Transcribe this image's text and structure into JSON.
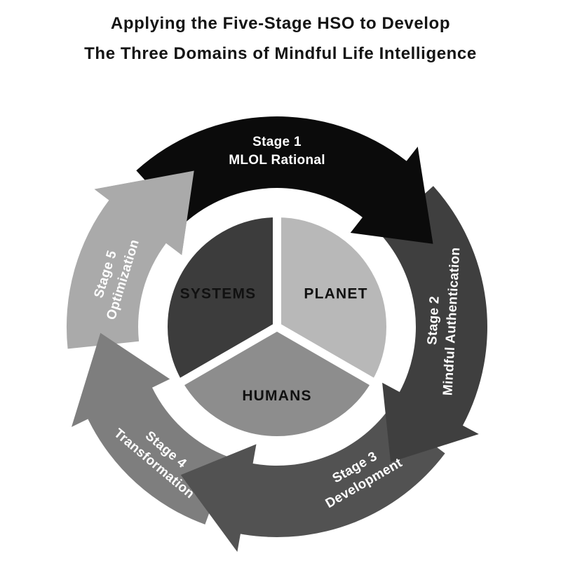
{
  "title": {
    "line1": "Applying the Five-Stage HSO to Develop",
    "line2": "The Three Domains of Mindful Life Intelligence"
  },
  "diagram": {
    "background_color": "#ffffff",
    "stage_text_color": "#ffffff",
    "domain_text_color": "#111111",
    "gap_color": "#ffffff",
    "stages": [
      {
        "label": "Stage 1",
        "name": "MLOL Rational",
        "color": "#0b0b0b"
      },
      {
        "label": "Stage 2",
        "name": "Mindful Authentication",
        "color": "#3f3f3f"
      },
      {
        "label": "Stage 3",
        "name": "Development",
        "color": "#525252"
      },
      {
        "label": "Stage 4",
        "name": "Transformation",
        "color": "#7e7e7e"
      },
      {
        "label": "Stage 5",
        "name": "Optimization",
        "color": "#aaaaaa"
      }
    ],
    "domains": [
      {
        "name": "SYSTEMS",
        "color": "#3c3c3c"
      },
      {
        "name": "PLANET",
        "color": "#b8b8b8"
      },
      {
        "name": "HUMANS",
        "color": "#8d8d8d"
      }
    ]
  }
}
